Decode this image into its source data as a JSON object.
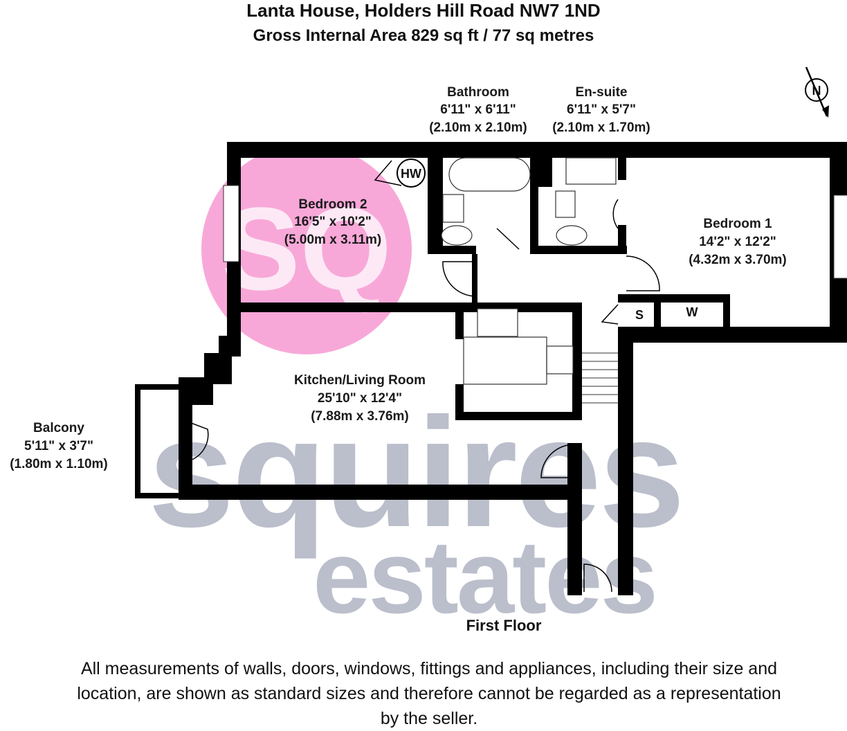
{
  "header": {
    "title": "Lanta House, Holders Hill Road NW7 1ND",
    "subtitle": "Gross Internal Area 829 sq ft / 77 sq metres"
  },
  "watermark": {
    "logo_text": "SQ",
    "brand_text": "squires",
    "brand_sub": "estates",
    "logo_color": "#f8a8d8",
    "brand_color": "#b4b8c6"
  },
  "rooms": [
    {
      "name": "Bathroom",
      "imperial": "6'11\" x 6'11\"",
      "metric": "(2.10m x 2.10m)"
    },
    {
      "name": "En-suite",
      "imperial": "6'11\" x 5'7\"",
      "metric": "(2.10m x 1.70m)"
    },
    {
      "name": "Bedroom 2",
      "imperial": "16'5\" x 10'2\"",
      "metric": "(5.00m x 3.11m)"
    },
    {
      "name": "Bedroom 1",
      "imperial": "14'2\" x 12'2\"",
      "metric": "(4.32m x 3.70m)"
    },
    {
      "name": "Kitchen/Living Room",
      "imperial": "25'10\" x 12'4\"",
      "metric": "(7.88m x 3.76m)"
    },
    {
      "name": "Balcony",
      "imperial": "5'11\" x 3'7\"",
      "metric": "(1.80m x 1.10m)"
    }
  ],
  "fixtures": {
    "hot_water": "HW",
    "storage": "S",
    "wardrobe": "W"
  },
  "compass": {
    "letter": "N"
  },
  "colors": {
    "wall": "#000000"
  },
  "floor_label": "First Floor",
  "disclaimer": "All measurements of walls, doors, windows, fittings and appliances, including their size and location, are shown as standard sizes and therefore cannot be regarded as a representation by the seller."
}
